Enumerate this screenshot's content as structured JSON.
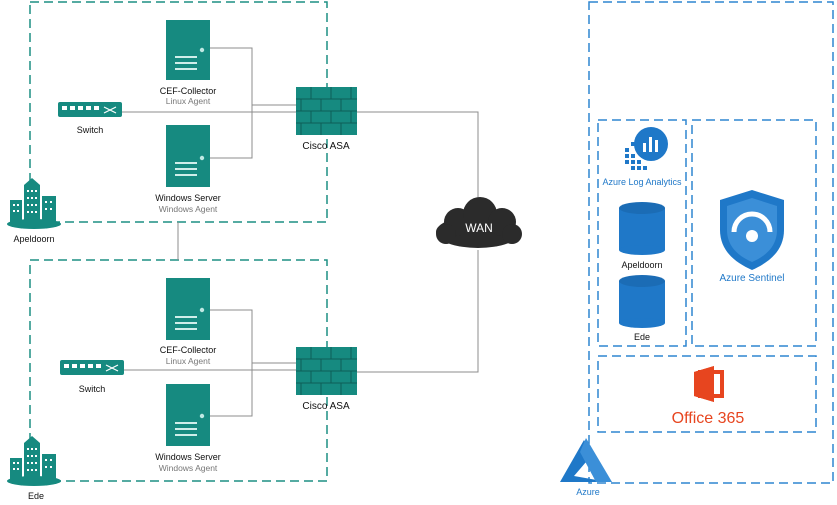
{
  "colors": {
    "server": "#168a80",
    "server_dark": "#0f6b63",
    "dash_green": "#1d8f84",
    "dash_blue": "#2e86d1",
    "line": "#8c8c8c",
    "cloud": "#2b2b2b",
    "azure_blue": "#1f78c8",
    "office_orange": "#e7451f"
  },
  "sites": {
    "apeldoorn": {
      "name": "Apeldoorn",
      "switch_label": "Switch",
      "collector": {
        "name": "CEF-Collector",
        "agent": "Linux Agent"
      },
      "server": {
        "name": "Windows Server",
        "agent": "Windows Agent"
      },
      "firewall": "Cisco ASA"
    },
    "ede": {
      "name": "Ede",
      "switch_label": "Switch",
      "collector": {
        "name": "CEF-Collector",
        "agent": "Linux Agent"
      },
      "server": {
        "name": "Windows Server",
        "agent": "Windows Agent"
      },
      "firewall": "Cisco ASA"
    }
  },
  "wan": "WAN",
  "azure": {
    "label": "Azure",
    "log_analytics": "Azure Log Analytics",
    "db_apeldoorn": "Apeldoorn",
    "db_ede": "Ede",
    "sentinel": "Azure Sentinel",
    "office": "Office 365"
  },
  "icons": [
    "server-icon",
    "switch-icon",
    "firewall-icon",
    "building-icon",
    "cloud-icon",
    "database-icon",
    "log-analytics-icon",
    "sentinel-shield-icon",
    "office-icon",
    "azure-logo-icon"
  ]
}
